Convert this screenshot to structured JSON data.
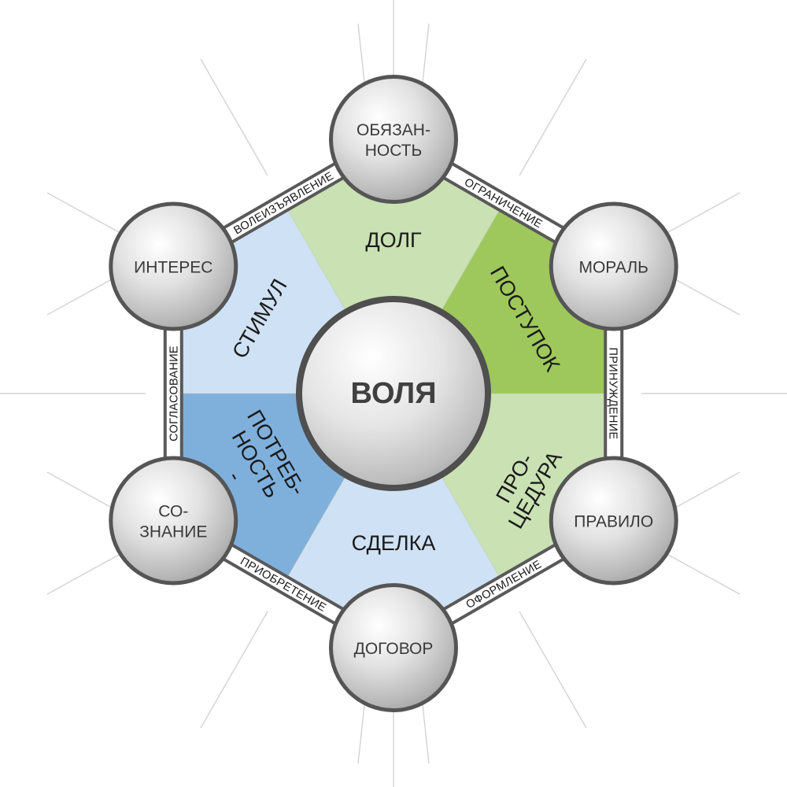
{
  "center": {
    "label": "ВОЛЯ"
  },
  "nodes": [
    {
      "id": "top",
      "lines": [
        "ОБЯЗАН-",
        "НОСТЬ"
      ]
    },
    {
      "id": "upper-right",
      "lines": [
        "МОРАЛЬ"
      ]
    },
    {
      "id": "lower-right",
      "lines": [
        "ПРАВИЛО"
      ]
    },
    {
      "id": "bottom",
      "lines": [
        "ДОГОВОР"
      ]
    },
    {
      "id": "lower-left",
      "lines": [
        "СО-",
        "ЗНАНИЕ"
      ]
    },
    {
      "id": "upper-left",
      "lines": [
        "ИНТЕРЕС"
      ]
    }
  ],
  "edges": [
    {
      "id": "top-upper-right",
      "label": "ОГРАНИЧЕНИЕ"
    },
    {
      "id": "upper-right-lower-right",
      "label": "ПРИНУЖДЕНИЕ"
    },
    {
      "id": "lower-right-bottom",
      "label": "ОФОРМЛЕНИЕ"
    },
    {
      "id": "bottom-lower-left",
      "label": "ПРИОБРЕТЕНИЕ"
    },
    {
      "id": "lower-left-upper-left",
      "label": "СОГЛАСОВАНИЕ"
    },
    {
      "id": "upper-left-top",
      "label": "ВОЛЕИЗЪЯВЛЕНИЕ"
    }
  ],
  "segments": [
    {
      "id": "dolg",
      "lines": [
        "ДОЛГ"
      ],
      "color": "#c9e1b3"
    },
    {
      "id": "postupok",
      "lines": [
        "ПОСТУПОК"
      ],
      "color": "#9ec85b"
    },
    {
      "id": "procedura",
      "lines": [
        "ПРО-",
        "ЦЕДУРА"
      ],
      "color": "#c9e1b3"
    },
    {
      "id": "sdelka",
      "lines": [
        "СДЕЛКА"
      ],
      "color": "#cfe1f4"
    },
    {
      "id": "potrebnost",
      "lines": [
        "ПОТРЕБ-",
        "НОСТЬ",
        "-"
      ],
      "color": "#7fb0dc"
    },
    {
      "id": "stimul",
      "lines": [
        "СТИМУЛ"
      ],
      "color": "#cfe1f4"
    }
  ]
}
